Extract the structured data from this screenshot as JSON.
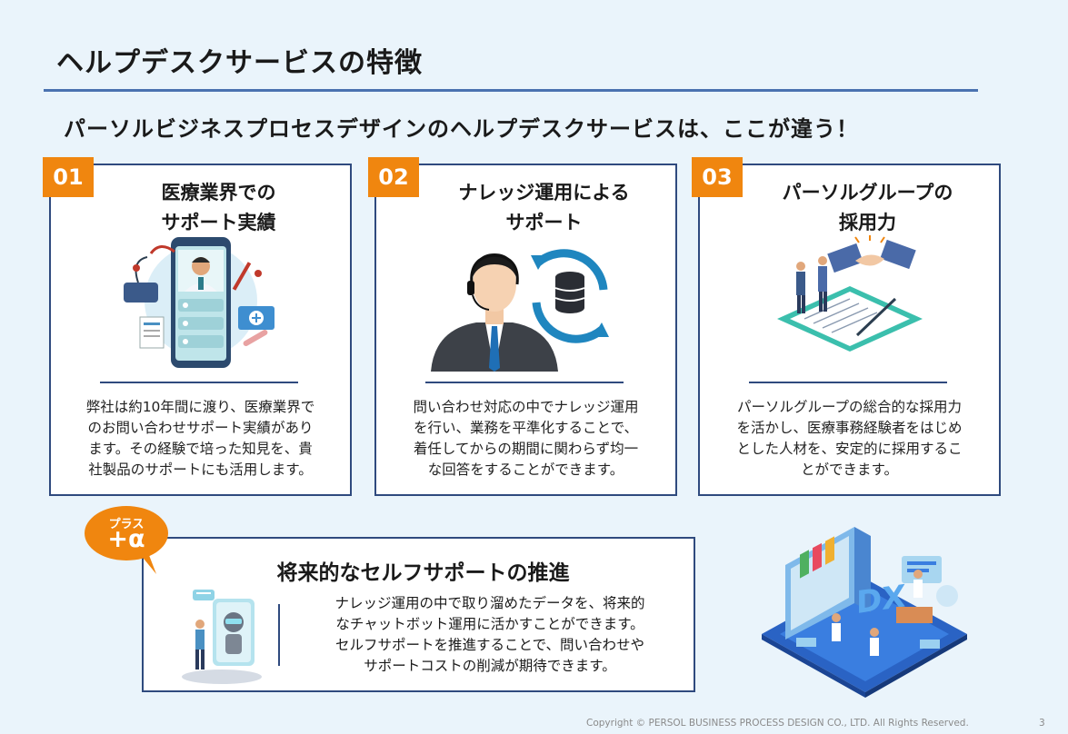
{
  "title": "ヘルプデスクサービスの特徴",
  "subtitle": "パーソルビジネスプロセスデザインのヘルプデスクサービスは、ここが違う！",
  "cards": [
    {
      "number": "01",
      "title_line1": "医療業界での",
      "title_line2": "サポート実績",
      "body": [
        "弊社は約10年間に渡り、医療業界で",
        "のお問い合わせサポート実績があり",
        "ます。その経験で培った知見を、貴",
        "社製品のサポートにも活用します。"
      ],
      "icon": "medical-phone-illustration"
    },
    {
      "number": "02",
      "title_line1": "ナレッジ運用による",
      "title_line2": "サポート",
      "body": [
        "問い合わせ対応の中でナレッジ運用",
        "を行い、業務を平準化することで、",
        "着任してからの期間に関わらず均一",
        "な回答をすることができます。"
      ],
      "icon": "operator-database-illustration"
    },
    {
      "number": "03",
      "title_line1": "パーソルグループの",
      "title_line2": "採用力",
      "body": [
        "パーソルグループの総合的な採用力",
        "を活かし、医療事務経験者をはじめ",
        "とした人材を、安定的に採用するこ",
        "とができます。"
      ],
      "icon": "handshake-contract-illustration"
    }
  ],
  "plus": {
    "badge_sub": "プラス",
    "badge_main": "+α",
    "title": "将来的なセルフサポートの推進",
    "body": [
      "ナレッジ運用の中で取り溜めたデータを、将来的",
      "なチャットボット運用に活かすことができます。",
      "セルフサポートを推進することで、問い合わせや",
      "サポートコストの削減が期待できます。"
    ]
  },
  "footer": {
    "copyright": "Copyright © PERSOL BUSINESS PROCESS DESIGN CO., LTD. All Rights Reserved.",
    "page": "3"
  },
  "colors": {
    "background": "#eaf4fb",
    "accent": "#f0860f",
    "navy": "#2f4a7e",
    "rule": "#4a72b0"
  }
}
